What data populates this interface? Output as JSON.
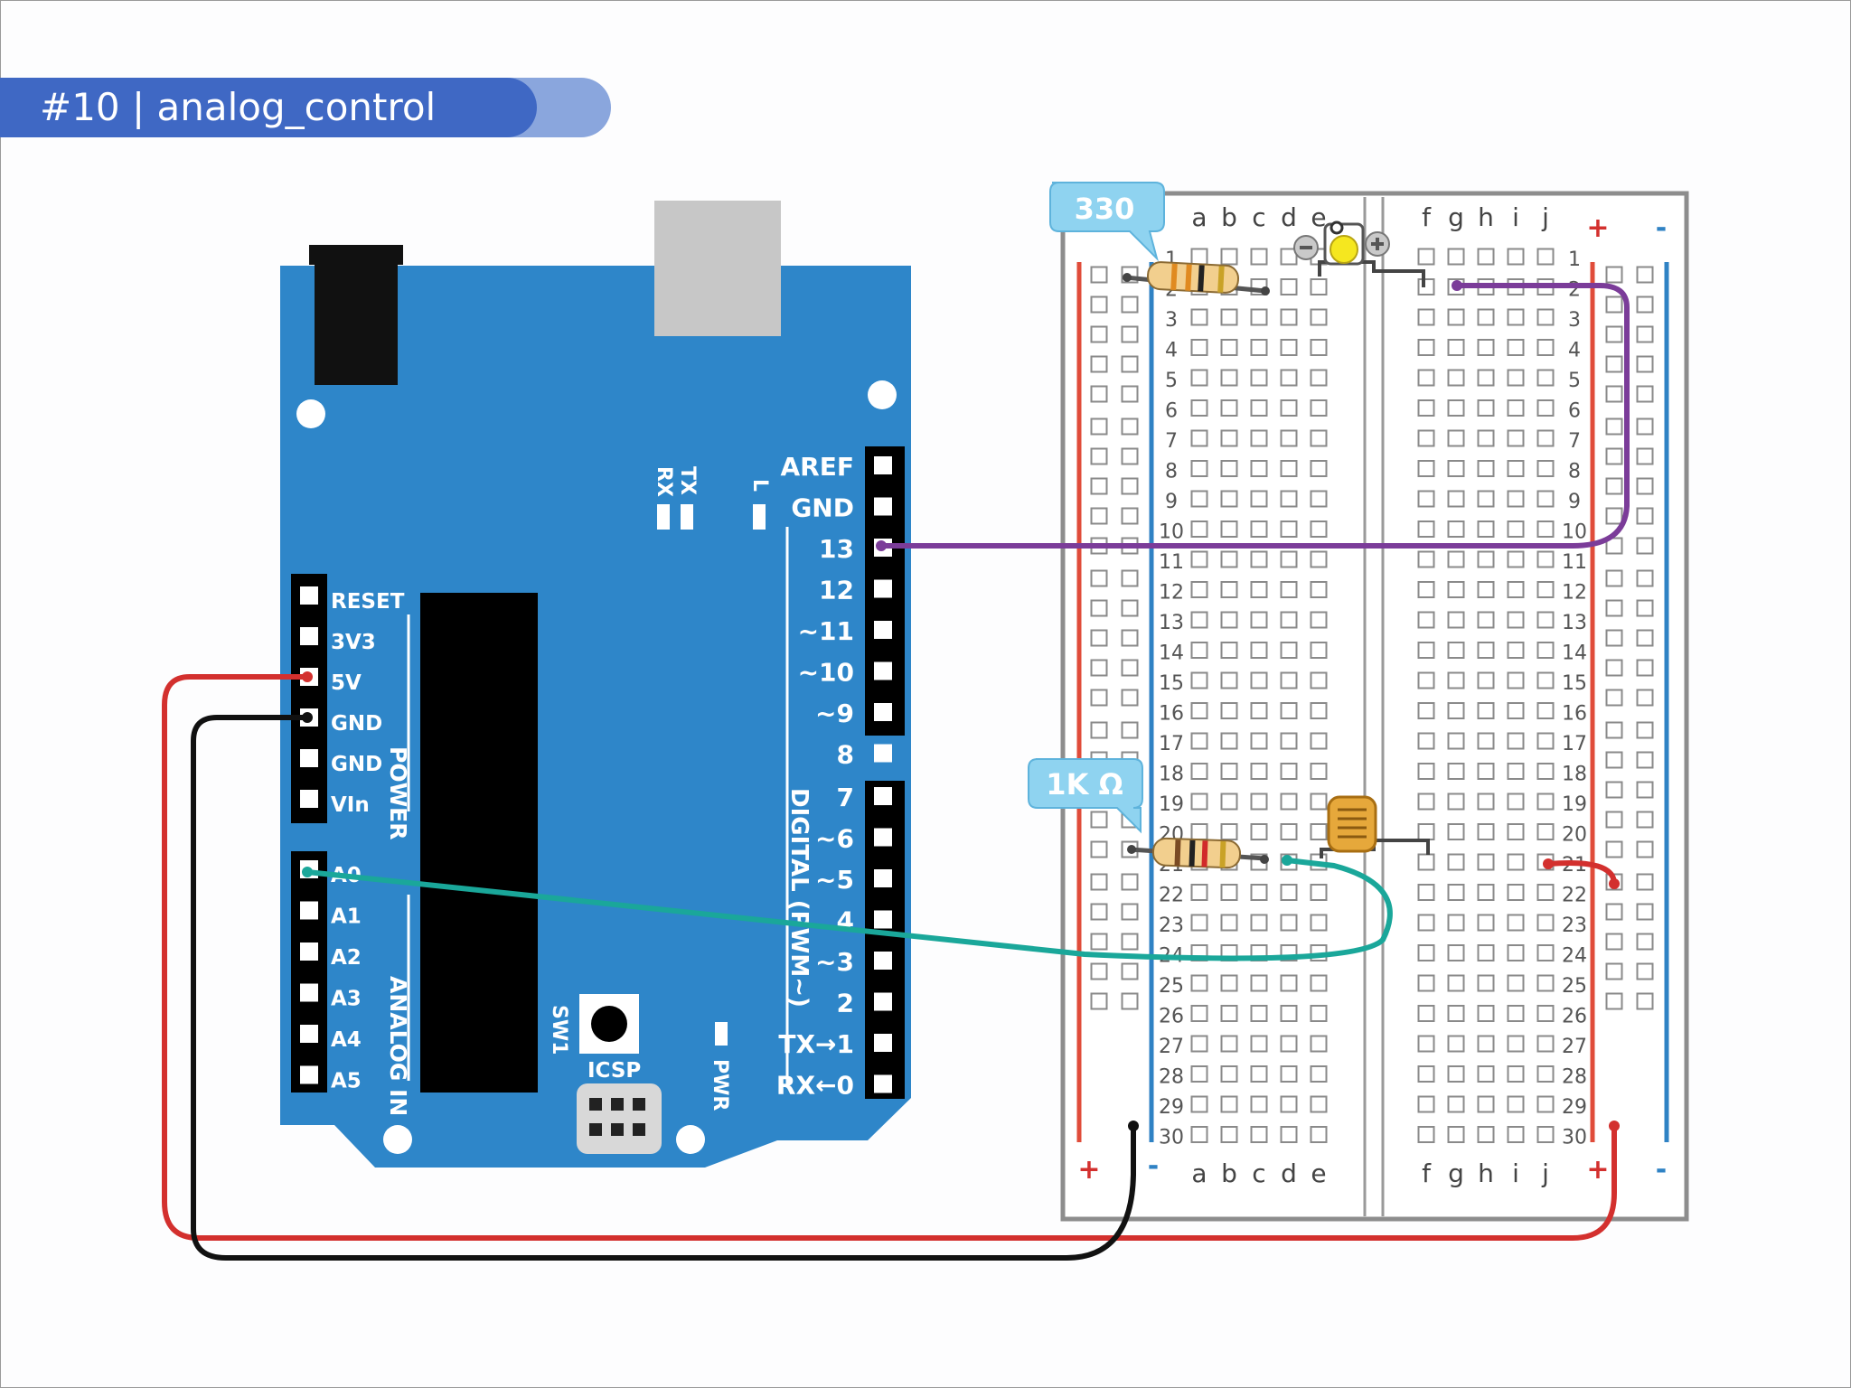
{
  "slide": {
    "title": "#10 | analog_control"
  },
  "arduino": {
    "digital_pins": [
      "AREF",
      "GND",
      "13",
      "12",
      "~11",
      "~10",
      "~9",
      "8",
      "7",
      "~6",
      "~5",
      "4",
      "~3",
      "2",
      "TX→1",
      "RX←0"
    ],
    "power_pins": [
      "RESET",
      "3V3",
      "5V",
      "GND",
      "GND",
      "VIn"
    ],
    "analog_pins": [
      "A0",
      "A1",
      "A2",
      "A3",
      "A4",
      "A5"
    ],
    "power_label": "POWER",
    "analog_label": "ANALOG IN",
    "digital_label": "DIGITAL (PWM~)",
    "tx_label": "TX",
    "rx_label": "RX",
    "l_label": "L",
    "icsp_label": "ICSP",
    "sw_label": "SW1",
    "pwr_label": "PWR"
  },
  "breadboard": {
    "cols_left": [
      "a",
      "b",
      "c",
      "d",
      "e"
    ],
    "cols_right": [
      "f",
      "g",
      "h",
      "i",
      "j"
    ],
    "rows": 30,
    "plus": "+",
    "minus": "-"
  },
  "components": {
    "resistor_330_label": "330",
    "resistor_1k_label": "1K Ω"
  },
  "wire_colors": {
    "purple": "#7b3c99",
    "teal": "#1aa79a",
    "red": "#d3302e",
    "black": "#111111"
  }
}
